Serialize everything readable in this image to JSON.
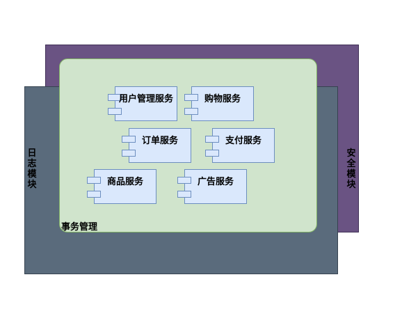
{
  "diagram": {
    "outer_modules": {
      "security": "安全模块",
      "log": "日志模块"
    },
    "container_label": "事务管理",
    "components": [
      {
        "id": "user",
        "label": "用户管理服务"
      },
      {
        "id": "cart",
        "label": "购物服务"
      },
      {
        "id": "order",
        "label": "订单服务"
      },
      {
        "id": "payment",
        "label": "支付服务"
      },
      {
        "id": "product",
        "label": "商品服务"
      },
      {
        "id": "ads",
        "label": "广告服务"
      }
    ],
    "colors": {
      "security_fill": "#6a5383",
      "log_fill": "#5a6b7c",
      "container_fill": "#d0e4cc",
      "component_fill": "#dae8fc",
      "component_stroke": "#6c8ebf"
    }
  }
}
